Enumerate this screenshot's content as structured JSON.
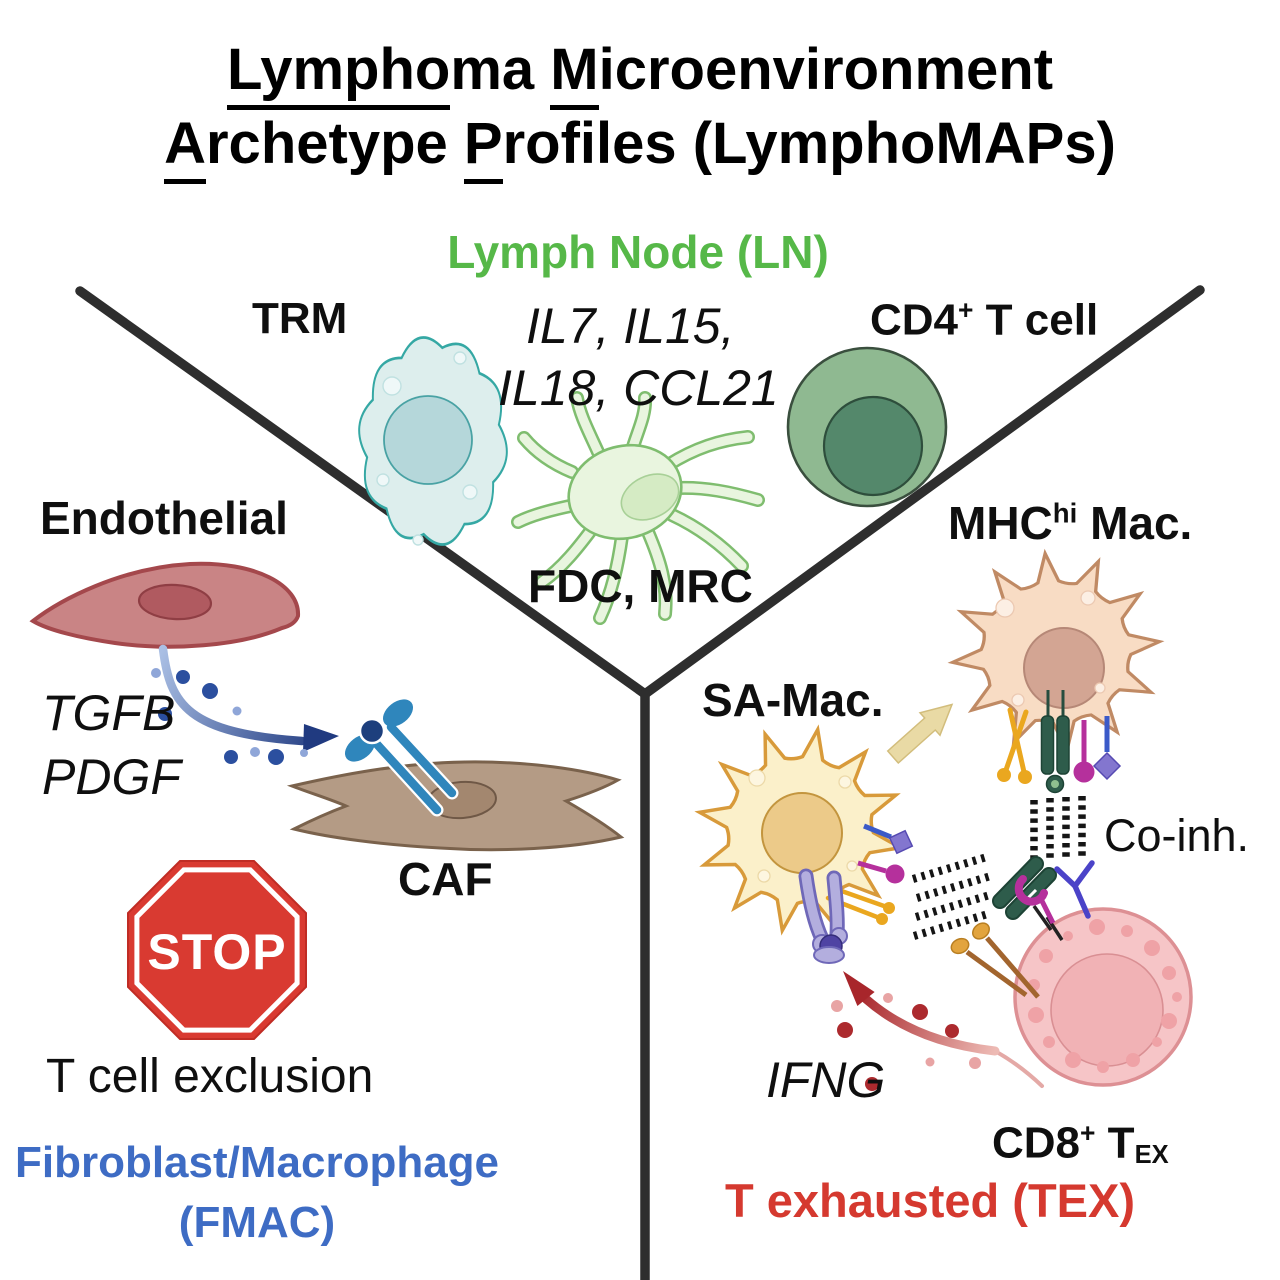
{
  "figure": {
    "title": {
      "p1": "Lympho",
      "p2": "ma ",
      "p3": "M",
      "p4": "icroenvironment",
      "p5": "A",
      "p6": "rchetype ",
      "p7": "P",
      "p8": "rofiles (LymphoMAPs)"
    },
    "ln": {
      "heading": "Lymph Node (LN)",
      "accent_color": "#56b848",
      "trm_label": "TRM",
      "cytokines_line1": "IL7, IL15,",
      "cytokines_line2": "IL18, CCL21",
      "cd4_base": "CD4",
      "cd4_sup": "+",
      "cd4_rest": " T cell",
      "fdc_label": "FDC, MRC"
    },
    "fmac": {
      "endothelial_label": "Endothelial",
      "gene1": "TGFB",
      "gene2": "PDGF",
      "caf_label": "CAF",
      "stop_sign": "STOP",
      "stop_color": "#d93a31",
      "exclusion_label": "T cell exclusion",
      "heading_line1": "Fibroblast/Macrophage",
      "heading_line2": "(FMAC)",
      "accent_color": "#3e6cc4"
    },
    "tex": {
      "sa_mac_label": "SA-Mac.",
      "mhc_base": "MHC",
      "mhc_sup": "hi",
      "mhc_rest": " Mac.",
      "coinh_label": "Co-inh.",
      "ifng_label": "IFNG",
      "cd8_base": "CD8",
      "cd8_sup": "+",
      "cd8_rest": " T",
      "cd8_sub": "EX",
      "heading": "T exhausted (TEX)",
      "accent_color": "#d5392f"
    }
  }
}
